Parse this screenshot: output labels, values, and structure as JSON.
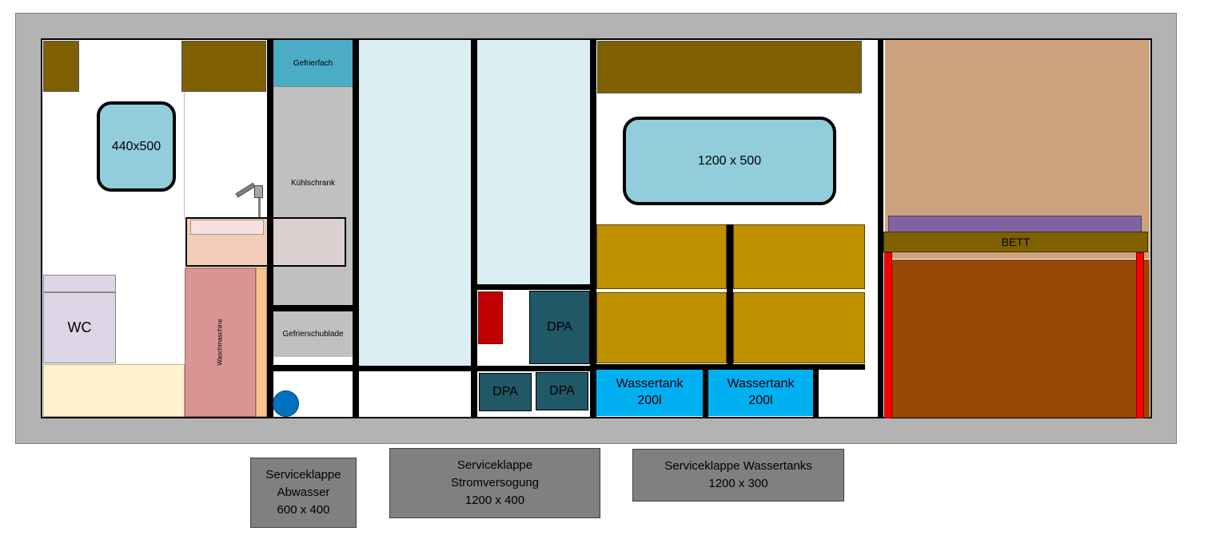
{
  "labels": {
    "skylight_small": "440x500",
    "skylight_large": "1200 x 500",
    "freezer_compartment": "Gefrierfach",
    "fridge": "Kühlschrank",
    "freezer_drawer": "Gefrierschublade",
    "washing_machine": "Waschmaschine",
    "toilet": "WC",
    "dpa_1": "DPA",
    "dpa_2": "DPA",
    "dpa_3": "DPA",
    "water_tank_1": "Wassertank\n200l",
    "water_tank_2": "Wassertank\n200l",
    "bed": "BETT"
  },
  "service_hatches": [
    {
      "label": "Serviceklappe\nAbwasser\n600 x 400"
    },
    {
      "label": "Serviceklappe\nStromversogung\n1200 x 400"
    },
    {
      "label": "Serviceklappe Wassertanks\n1200 x 300"
    }
  ],
  "colors": {
    "wall": "#b3b3b3",
    "cabinet": "#7f6000",
    "skylight": "#92cddc",
    "freezer": "#4bacc6",
    "fridge": "#c0c0c0",
    "pale_blue": "#daeef3",
    "storage": "#bf9000",
    "water_tank": "#00b0f0",
    "dpa": "#215867",
    "bed_upper": "#cda27e",
    "bed_lower": "#974706",
    "bed_frame": "#7f6000",
    "mattress": "#8064a2",
    "leg": "#ff0000",
    "washing_machine": "#d99594",
    "sink": "#f4cdb8",
    "toilet": "#dcd6e6",
    "shower_tray": "#fff2cc",
    "hatch": "#808080",
    "drain": "#0070c0",
    "red_box": "#c00000"
  }
}
